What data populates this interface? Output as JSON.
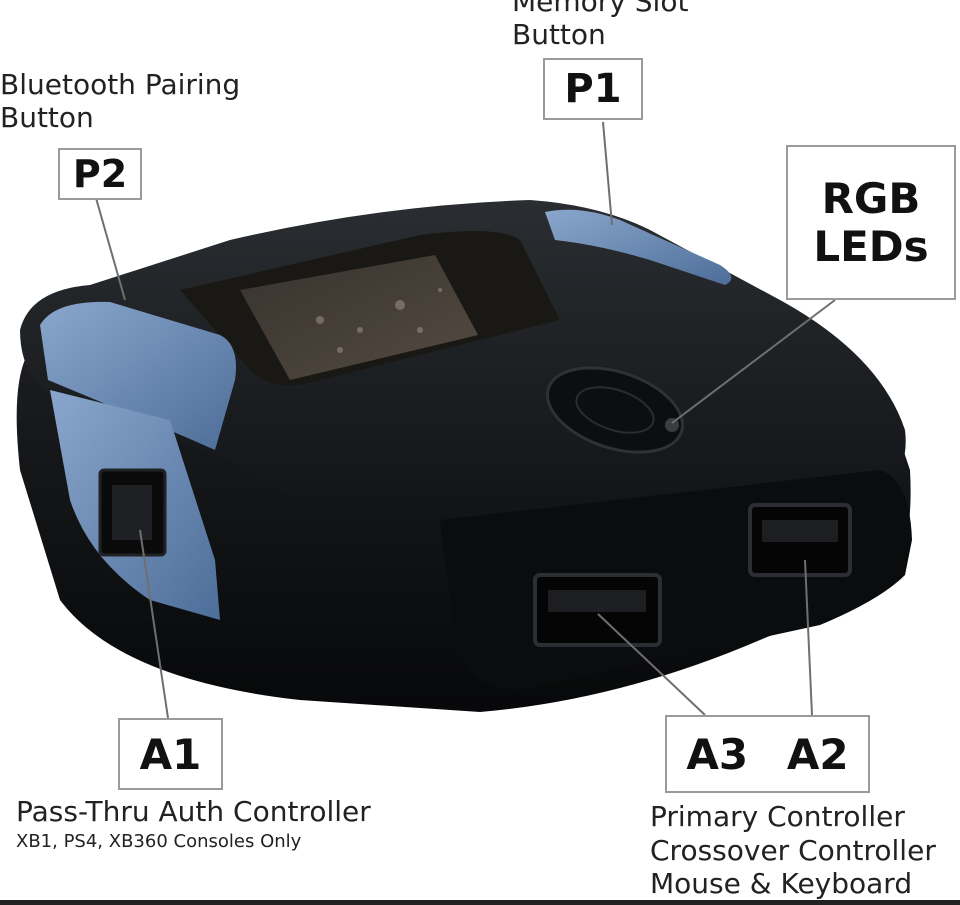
{
  "callouts": {
    "p1": {
      "code": "P1",
      "title_lines": [
        "Memory Slot",
        "Button"
      ]
    },
    "p2": {
      "code": "P2",
      "title_lines": [
        "Bluetooth Pairing",
        "Button"
      ]
    },
    "rgb": {
      "lines": [
        "RGB",
        "LEDs"
      ]
    },
    "a1": {
      "code": "A1",
      "title": "Pass-Thru Auth Controller",
      "subtitle": "XB1, PS4, XB360 Consoles Only"
    },
    "a3a2": {
      "code_left": "A3",
      "code_right": "A2",
      "lines": [
        "Primary Controller",
        "Crossover Controller",
        "Mouse & Keyboard"
      ]
    }
  },
  "colors": {
    "device_body": "#141619",
    "accent_blue": "#6f8fb8",
    "label_border": "#9a9a9a"
  }
}
